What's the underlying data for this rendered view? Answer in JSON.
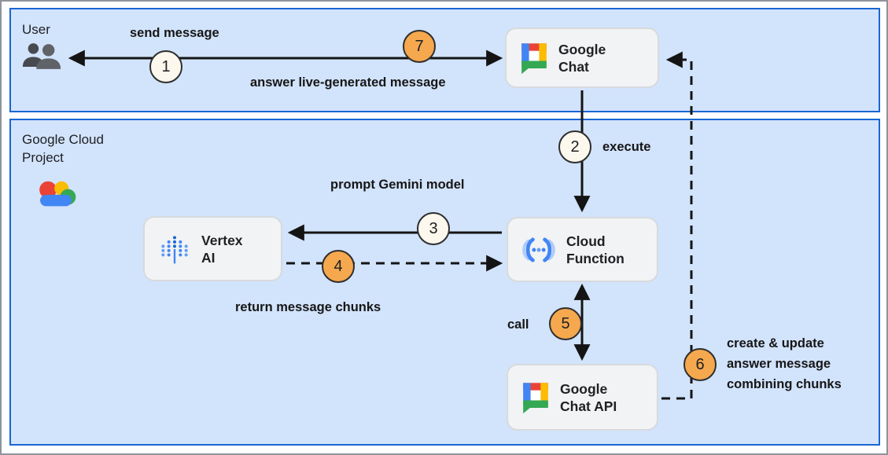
{
  "panels": {
    "user": {
      "label": "User"
    },
    "cloud": {
      "label_lines": [
        "Google Cloud",
        "Project"
      ]
    }
  },
  "nodes": {
    "google_chat": {
      "lines": [
        "Google",
        "Chat"
      ]
    },
    "vertex_ai": {
      "lines": [
        "Vertex",
        "AI"
      ]
    },
    "cloud_function": {
      "lines": [
        "Cloud",
        "Function"
      ]
    },
    "google_chat_api": {
      "lines": [
        "Google",
        "Chat API"
      ]
    }
  },
  "edges": {
    "send_message": "send message",
    "answer": "answer live-generated message",
    "execute": "execute",
    "prompt_gemini": "prompt Gemini model",
    "return_chunks": "return message chunks",
    "call": "call",
    "create_update_lines": [
      "create & update",
      "answer message",
      "combining chunks"
    ]
  },
  "steps": [
    {
      "n": "1",
      "highlight": false
    },
    {
      "n": "2",
      "highlight": false
    },
    {
      "n": "3",
      "highlight": false
    },
    {
      "n": "4",
      "highlight": true
    },
    {
      "n": "5",
      "highlight": true
    },
    {
      "n": "6",
      "highlight": true
    },
    {
      "n": "7",
      "highlight": true
    }
  ],
  "icons": {
    "user": "two-people-silhouette",
    "google_chat": "google-chat-bubble-logo",
    "vertex_ai": "vertex-ai-dots-logo",
    "cloud_function": "cloud-functions-parentheses-logo",
    "google_chat_api": "google-chat-bubble-logo",
    "google_cloud": "google-cloud-multicolor-cloud-logo"
  },
  "colors": {
    "panel_fill": "#d2e3fc",
    "panel_border": "#1967d2",
    "node_fill": "#f1f3f4",
    "node_border": "#d7dadd",
    "step_plain_fill": "#fcf8ee",
    "step_highlight_fill": "#f5a84e",
    "step_border": "#2e2e2e",
    "arrow": "#141414",
    "text": "#202124",
    "google_blue": "#4285f4",
    "google_red": "#ea4335",
    "google_yellow": "#fbbc04",
    "google_green": "#34a853"
  }
}
